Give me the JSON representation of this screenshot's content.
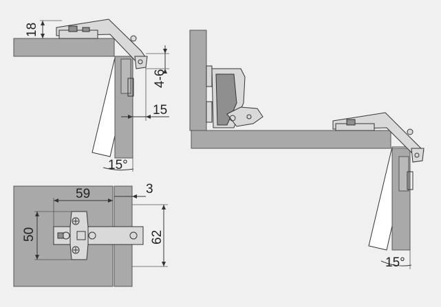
{
  "figure": {
    "top_left": {
      "dim_height": "18",
      "dim_gap": "4-6",
      "dim_offset": "15",
      "angle": "15°"
    },
    "bottom_left": {
      "dim_width": "59",
      "dim_spacing": "3",
      "dim_plate_height": "50",
      "dim_total_height": "62"
    },
    "right": {
      "angle": "15°"
    }
  },
  "colors": {
    "background": "#f0f0f0",
    "panel": "#a9a9a9",
    "metal": "#d9d9d9"
  }
}
